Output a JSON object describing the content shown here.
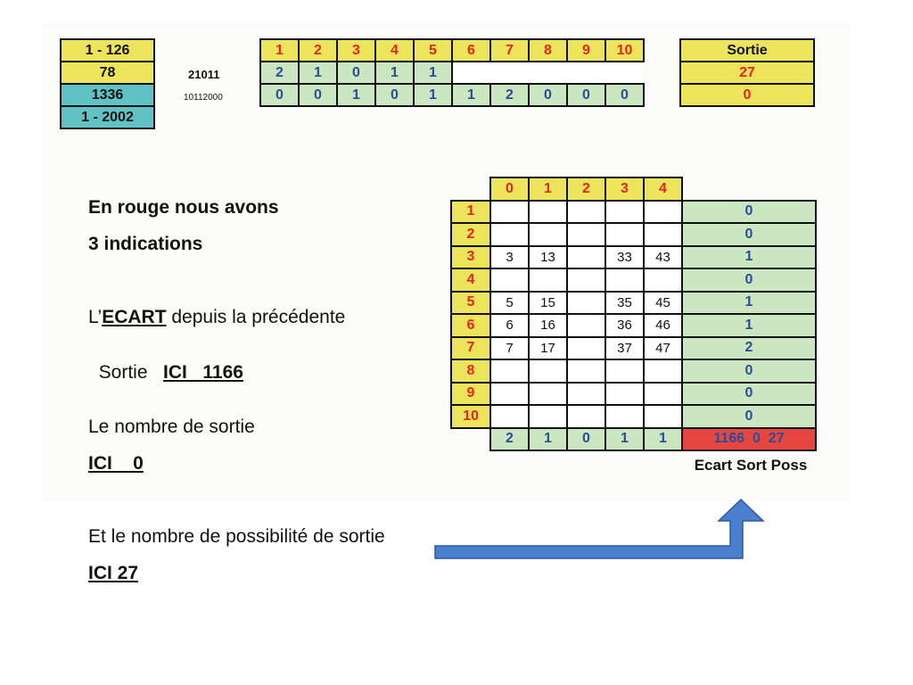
{
  "info": {
    "range": "1 - 126",
    "count": "78",
    "draw_num": "1336",
    "draw_range": "1 - 2002"
  },
  "labels": {
    "code_a": "21011",
    "code_b": "10112000"
  },
  "numbers": {
    "headers": [
      "1",
      "2",
      "3",
      "4",
      "5",
      "6",
      "7",
      "8",
      "9",
      "10"
    ],
    "row_a": [
      "2",
      "1",
      "0",
      "1",
      "1"
    ],
    "row_b": [
      "0",
      "0",
      "1",
      "0",
      "1",
      "1",
      "2",
      "0",
      "0",
      "0"
    ]
  },
  "sortie": {
    "header": "Sortie",
    "value_a": "27",
    "value_b": "0"
  },
  "matrix": {
    "col_headers": [
      "0",
      "1",
      "2",
      "3",
      "4"
    ],
    "rows": [
      {
        "label": "1",
        "cells": [
          "",
          "",
          "",
          "",
          ""
        ],
        "total": "0"
      },
      {
        "label": "2",
        "cells": [
          "",
          "",
          "",
          "",
          ""
        ],
        "total": "0"
      },
      {
        "label": "3",
        "cells": [
          "3",
          "13",
          "",
          "33",
          "43"
        ],
        "total": "1"
      },
      {
        "label": "4",
        "cells": [
          "",
          "",
          "",
          "",
          ""
        ],
        "total": "0"
      },
      {
        "label": "5",
        "cells": [
          "5",
          "15",
          "",
          "35",
          "45"
        ],
        "total": "1"
      },
      {
        "label": "6",
        "cells": [
          "6",
          "16",
          "",
          "36",
          "46"
        ],
        "total": "1"
      },
      {
        "label": "7",
        "cells": [
          "7",
          "17",
          "",
          "37",
          "47"
        ],
        "total": "2"
      },
      {
        "label": "8",
        "cells": [
          "",
          "",
          "",
          "",
          ""
        ],
        "total": "0"
      },
      {
        "label": "9",
        "cells": [
          "",
          "",
          "",
          "",
          ""
        ],
        "total": "0"
      },
      {
        "label": "10",
        "cells": [
          "",
          "",
          "",
          "",
          ""
        ],
        "total": "0"
      }
    ],
    "footer": [
      "2",
      "1",
      "0",
      "1",
      "1"
    ],
    "summary": "1166  0  27",
    "caption": "Ecart Sort Poss"
  },
  "text": {
    "line1": "En rouge nous avons",
    "line2": "3 indications",
    "line3_prefix": "L’",
    "line3_emph": "ECART",
    "line3_suffix": " depuis la précédente",
    "line4_prefix": "Sortie   ",
    "line4_emph": "ICI   1166",
    "line5": "Le nombre de sortie",
    "line6_emph": "ICI    0",
    "line7": "Et le nombre de possibilité de sortie",
    "line8_emph": "ICI 27"
  },
  "colors": {
    "yellow": "#ece45a",
    "teal": "#61c2c6",
    "green": "#cbe7c2",
    "red": "#e5473f",
    "arrow": "#4a7fd0"
  },
  "icons": [
    "arrow-icon"
  ]
}
